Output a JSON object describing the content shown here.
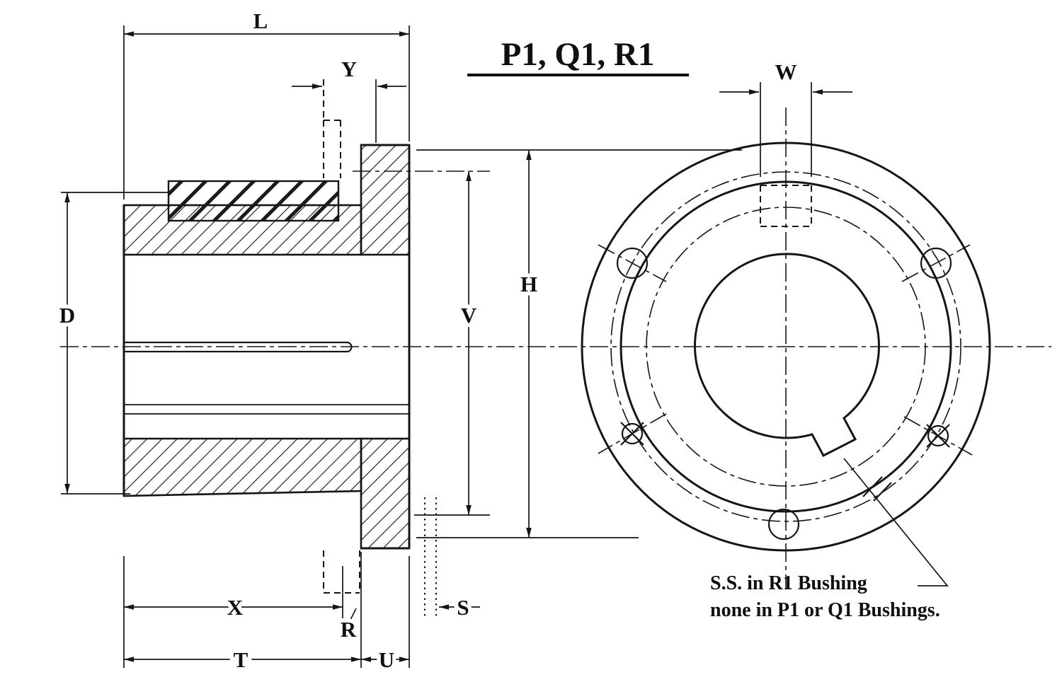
{
  "title": "P1, Q1, R1",
  "dimension_labels": {
    "L": "L",
    "Y": "Y",
    "D": "D",
    "V": "V",
    "H": "H",
    "W": "W",
    "X": "X",
    "R": "R",
    "S": "S",
    "T": "T",
    "U": "U"
  },
  "annotation": {
    "line1": "S.S. in R1 Bushing",
    "line2": "none in P1 or Q1 Bushings."
  },
  "colors": {
    "ink": "#151515",
    "background": "#ffffff"
  }
}
